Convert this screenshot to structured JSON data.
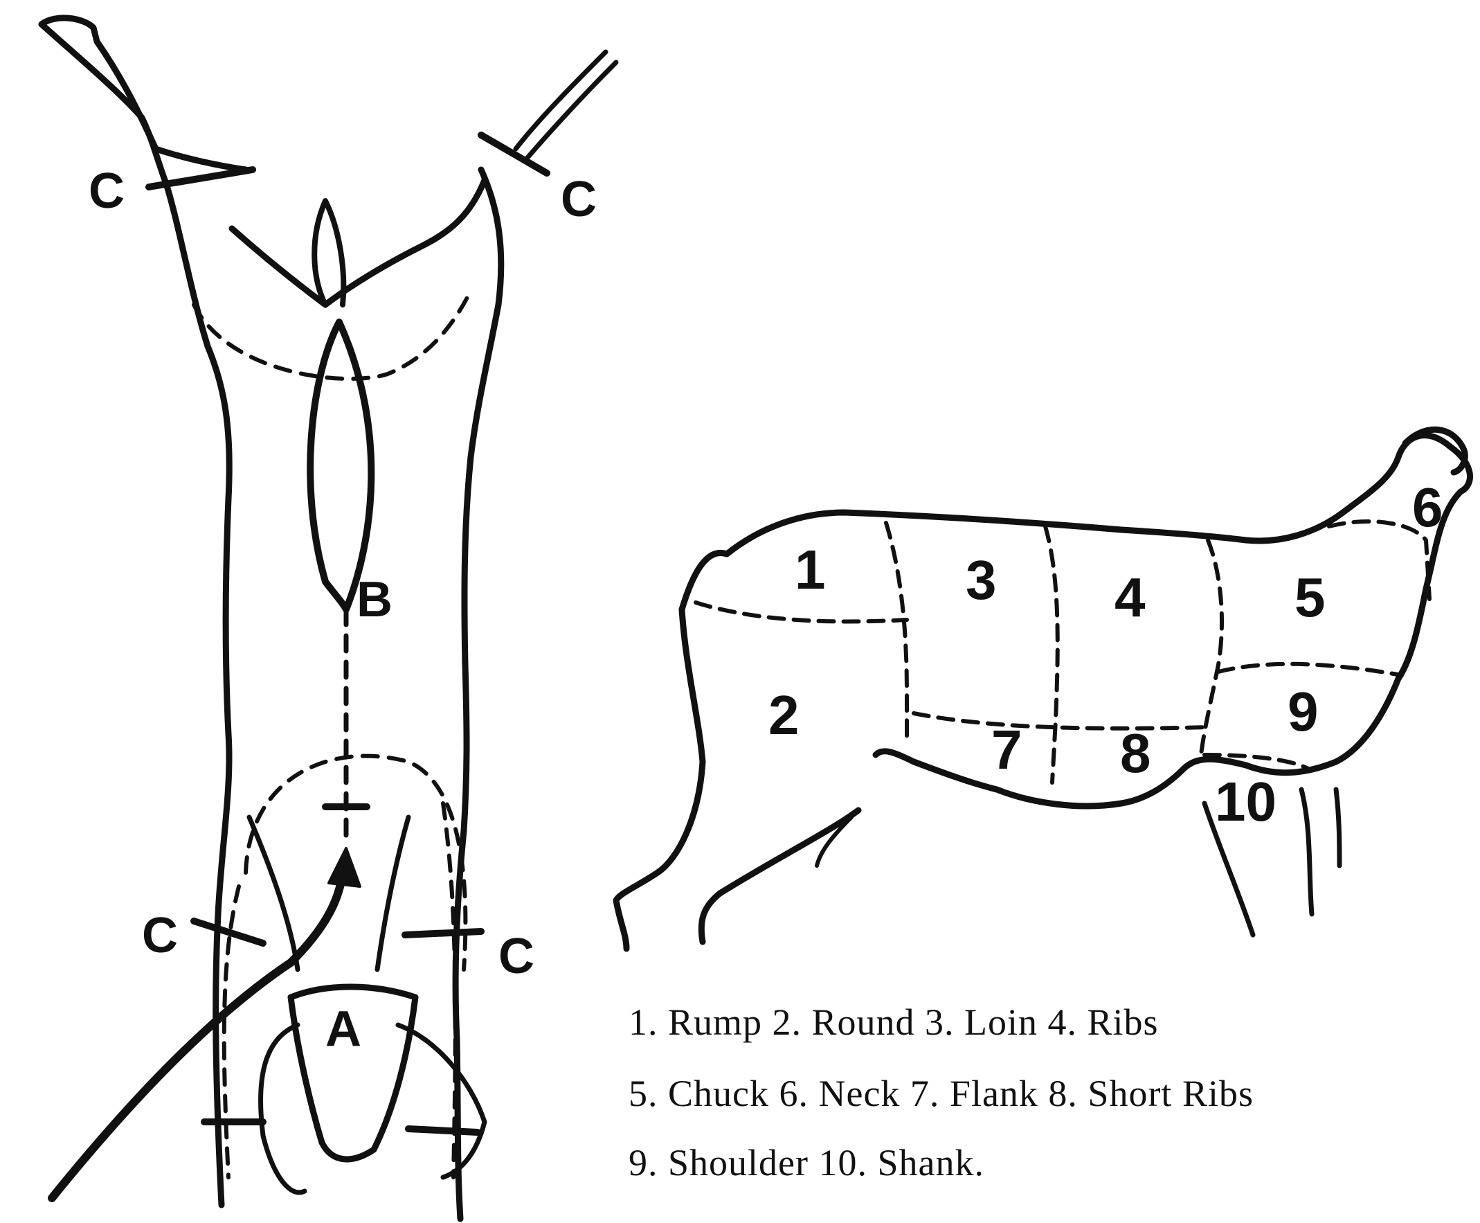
{
  "carcass": {
    "labels": {
      "a": "A",
      "b": "B",
      "c": "C"
    }
  },
  "cuts": {
    "numbers": [
      "1",
      "2",
      "3",
      "4",
      "5",
      "6",
      "7",
      "8",
      "9",
      "10"
    ]
  },
  "legend": {
    "line1": "1. Rump 2. Round 3. Loin 4. Ribs",
    "line2": "5. Chuck 6. Neck 7. Flank 8. Short Ribs",
    "line3": "9. Shoulder 10. Shank."
  },
  "colors": {
    "ink": "#111111",
    "paper": "#ffffff"
  }
}
